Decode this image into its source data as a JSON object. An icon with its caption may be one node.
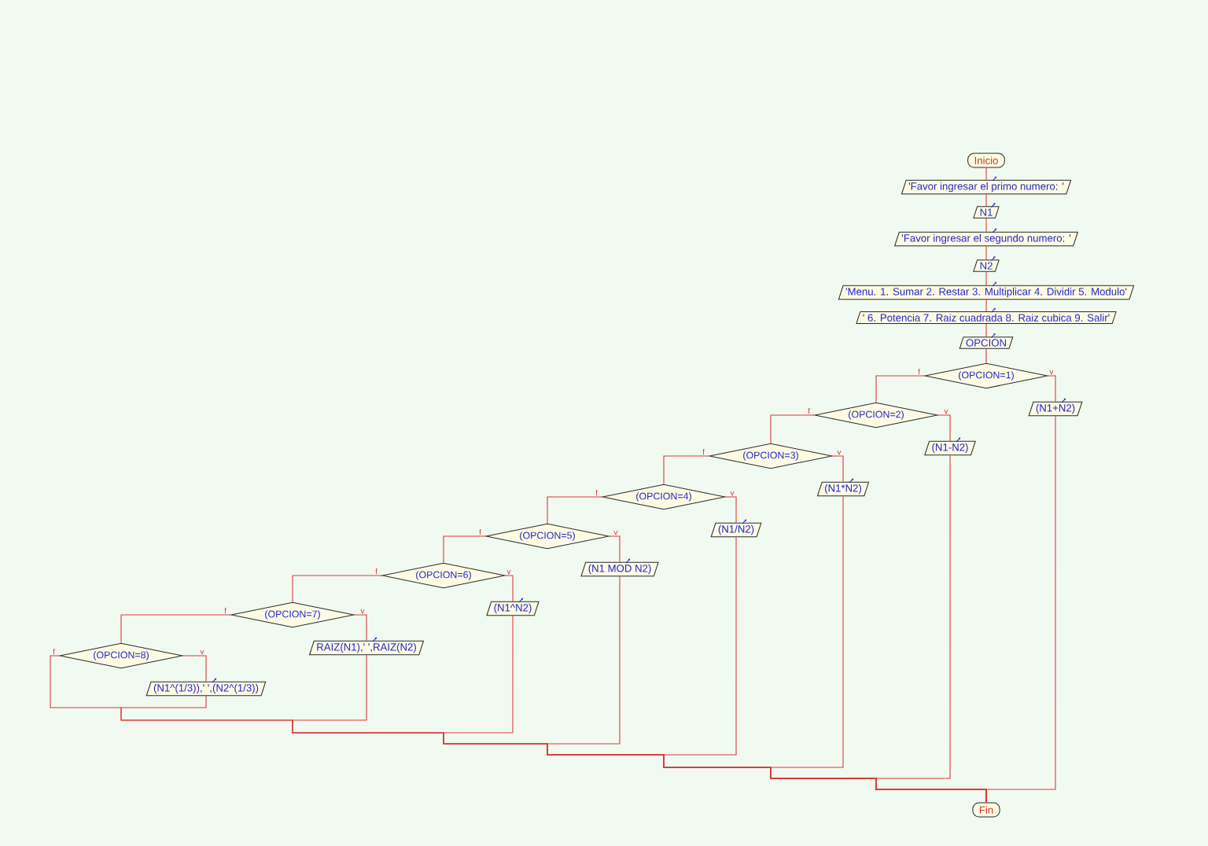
{
  "diagram": {
    "nodes": [
      {
        "text": [
          "Inicio"
        ]
      },
      {
        "text": [
          "'Favor ingresar el primo numero: '"
        ]
      },
      {
        "text": [
          "N1"
        ]
      },
      {
        "text": [
          "'Favor ingresar el segundo numero: '"
        ]
      },
      {
        "text": [
          "N2"
        ]
      },
      {
        "text": [
          "'Menu. 1. Sumar 2. Restar 3. Multiplicar 4. Dividir 5. Modulo'"
        ]
      },
      {
        "text": [
          "' 6. Potencia 7. Raiz cuadrada 8. Raiz cubica 9. Salir'"
        ]
      },
      {
        "text": [
          "OPCION"
        ]
      },
      {
        "text": [
          "(OPCION=1)"
        ]
      },
      {
        "text": [
          "(N1+N2)"
        ]
      },
      {
        "text": [
          "(OPCION=2)"
        ]
      },
      {
        "text": [
          "(N1-N2)"
        ]
      },
      {
        "text": [
          "(OPCION=3)"
        ]
      },
      {
        "text": [
          "(N1*N2)"
        ]
      },
      {
        "text": [
          "(OPCION=4)"
        ]
      },
      {
        "text": [
          "(N1/N2)"
        ]
      },
      {
        "text": [
          "(OPCION=5)"
        ]
      },
      {
        "text": [
          "(N1 MOD N2)"
        ]
      },
      {
        "text": [
          "(OPCION=6)"
        ]
      },
      {
        "text": [
          "(N1^N2)"
        ]
      },
      {
        "text": [
          "(OPCION=7)"
        ]
      },
      {
        "text": [
          "RAIZ(N1),' ',RAIZ(N2)"
        ]
      },
      {
        "text": [
          "(OPCION=8)"
        ]
      },
      {
        "text": [
          "(N1^(1/3)),' ',(N2^(1/3))"
        ]
      },
      {
        "text": [
          "Fin"
        ]
      }
    ],
    "edges": [
      {
        "from": 0,
        "to": 1,
        "arrow": "none"
      },
      {
        "from": 1,
        "to": 2,
        "arrow": "none"
      },
      {
        "from": 2,
        "to": 3,
        "arrow": "none"
      },
      {
        "from": 3,
        "to": 4,
        "arrow": "none"
      },
      {
        "from": 4,
        "to": 5,
        "arrow": "none"
      },
      {
        "from": 5,
        "to": 6,
        "arrow": "none"
      },
      {
        "from": 6,
        "to": 7,
        "arrow": "none"
      },
      {
        "from": 7,
        "to": 8,
        "arrow": "none"
      },
      {
        "from": 8,
        "to": 9,
        "arrow": "none",
        "label": "v"
      },
      {
        "from": 8,
        "to": 10,
        "arrow": "none",
        "label": "f"
      },
      {
        "from": 10,
        "to": 11,
        "arrow": "none",
        "label": "v"
      },
      {
        "from": 10,
        "to": 12,
        "arrow": "none",
        "label": "f"
      },
      {
        "from": 12,
        "to": 13,
        "arrow": "none",
        "label": "v"
      },
      {
        "from": 12,
        "to": 14,
        "arrow": "none",
        "label": "f"
      },
      {
        "from": 14,
        "to": 15,
        "arrow": "none",
        "label": "v"
      },
      {
        "from": 14,
        "to": 16,
        "arrow": "none",
        "label": "f"
      },
      {
        "from": 16,
        "to": 17,
        "arrow": "none",
        "label": "v"
      },
      {
        "from": 16,
        "to": 18,
        "arrow": "none",
        "label": "f"
      },
      {
        "from": 18,
        "to": 19,
        "arrow": "none",
        "label": "v"
      },
      {
        "from": 18,
        "to": 20,
        "arrow": "none",
        "label": "f"
      },
      {
        "from": 20,
        "to": 21,
        "arrow": "none",
        "label": "v"
      },
      {
        "from": 20,
        "to": 22,
        "arrow": "none",
        "label": "f"
      },
      {
        "from": 22,
        "to": 23,
        "arrow": "none",
        "label": "v"
      },
      {
        "from": 22,
        "to": 24,
        "arrow": "none",
        "label": "f"
      },
      {
        "from": 23,
        "to": 24,
        "arrow": "none"
      },
      {
        "from": 21,
        "to": 24,
        "arrow": "none"
      },
      {
        "from": 19,
        "to": 24,
        "arrow": "none"
      },
      {
        "from": 17,
        "to": 24,
        "arrow": "none"
      },
      {
        "from": 15,
        "to": 24,
        "arrow": "none"
      },
      {
        "from": 13,
        "to": 24,
        "arrow": "none"
      },
      {
        "from": 11,
        "to": 24,
        "arrow": "none"
      },
      {
        "from": 9,
        "to": 24,
        "arrow": "none"
      }
    ]
  }
}
